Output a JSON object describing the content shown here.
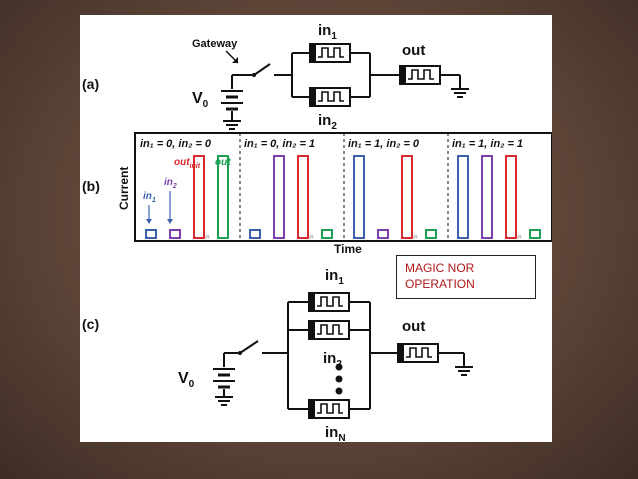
{
  "panels": {
    "a": {
      "tag": "(a)",
      "gateway": "Gateway",
      "v0": "V",
      "v0_sub": "0",
      "in1": "in",
      "in1_sub": "1",
      "in2": "in",
      "in2_sub": "2",
      "out": "out"
    },
    "b": {
      "tag": "(b)",
      "ylabel": "Current",
      "xlabel": "Time",
      "cases": [
        "in₁ = 0, in₂ = 0",
        "in₁ = 0, in₂ = 1",
        "in₁ = 1, in₂ = 0",
        "in₁ = 1, in₂ = 1"
      ],
      "labels": {
        "in1": "in",
        "in1_sub": "1",
        "in2": "in",
        "in2_sub": "2",
        "out_init": "out",
        "out_init_sub": "init",
        "out": "out"
      }
    },
    "c": {
      "tag": "(c)",
      "v0": "V",
      "v0_sub": "0",
      "in1": "in",
      "in1_sub": "1",
      "in2": "in",
      "in2_sub": "2",
      "inN": "in",
      "inN_sub": "N",
      "out": "out"
    }
  },
  "callout": {
    "line1": "MAGIC NOR",
    "line2": "OPERATION"
  },
  "colors": {
    "in1": "#3a5fb0",
    "in2": "#7b3fb0",
    "out_init": "#d8282c",
    "out": "#1aa050"
  },
  "pulse_chart": {
    "pulses": [
      [
        {
          "s": "in1",
          "level": "low"
        },
        {
          "s": "in2",
          "level": "low"
        },
        {
          "s": "out_init",
          "level": "high"
        },
        {
          "s": "out",
          "level": "high"
        }
      ],
      [
        {
          "s": "in1",
          "level": "low"
        },
        {
          "s": "in2",
          "level": "high"
        },
        {
          "s": "out_init",
          "level": "high"
        },
        {
          "s": "out",
          "level": "low"
        }
      ],
      [
        {
          "s": "in1",
          "level": "high"
        },
        {
          "s": "in2",
          "level": "low"
        },
        {
          "s": "out_init",
          "level": "high"
        },
        {
          "s": "out",
          "level": "low"
        }
      ],
      [
        {
          "s": "in1",
          "level": "high"
        },
        {
          "s": "in2",
          "level": "high"
        },
        {
          "s": "out_init",
          "level": "high"
        },
        {
          "s": "out",
          "level": "low"
        }
      ]
    ]
  }
}
